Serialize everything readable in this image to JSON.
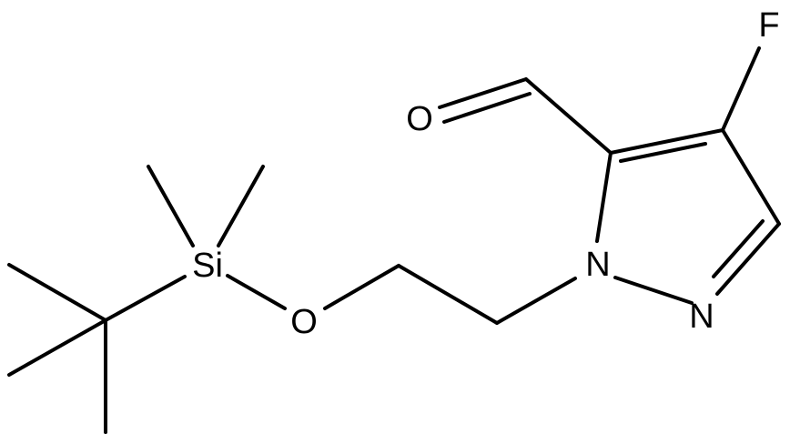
{
  "atoms": {
    "fluorine": "F",
    "aldehyde_oxygen": "O",
    "ring_nitrogen_1": "N",
    "ring_nitrogen_2": "N",
    "silicon": "Si",
    "ether_oxygen": "O"
  },
  "colors": {
    "bond": "#000000",
    "label": "#000000",
    "background": "#ffffff"
  }
}
